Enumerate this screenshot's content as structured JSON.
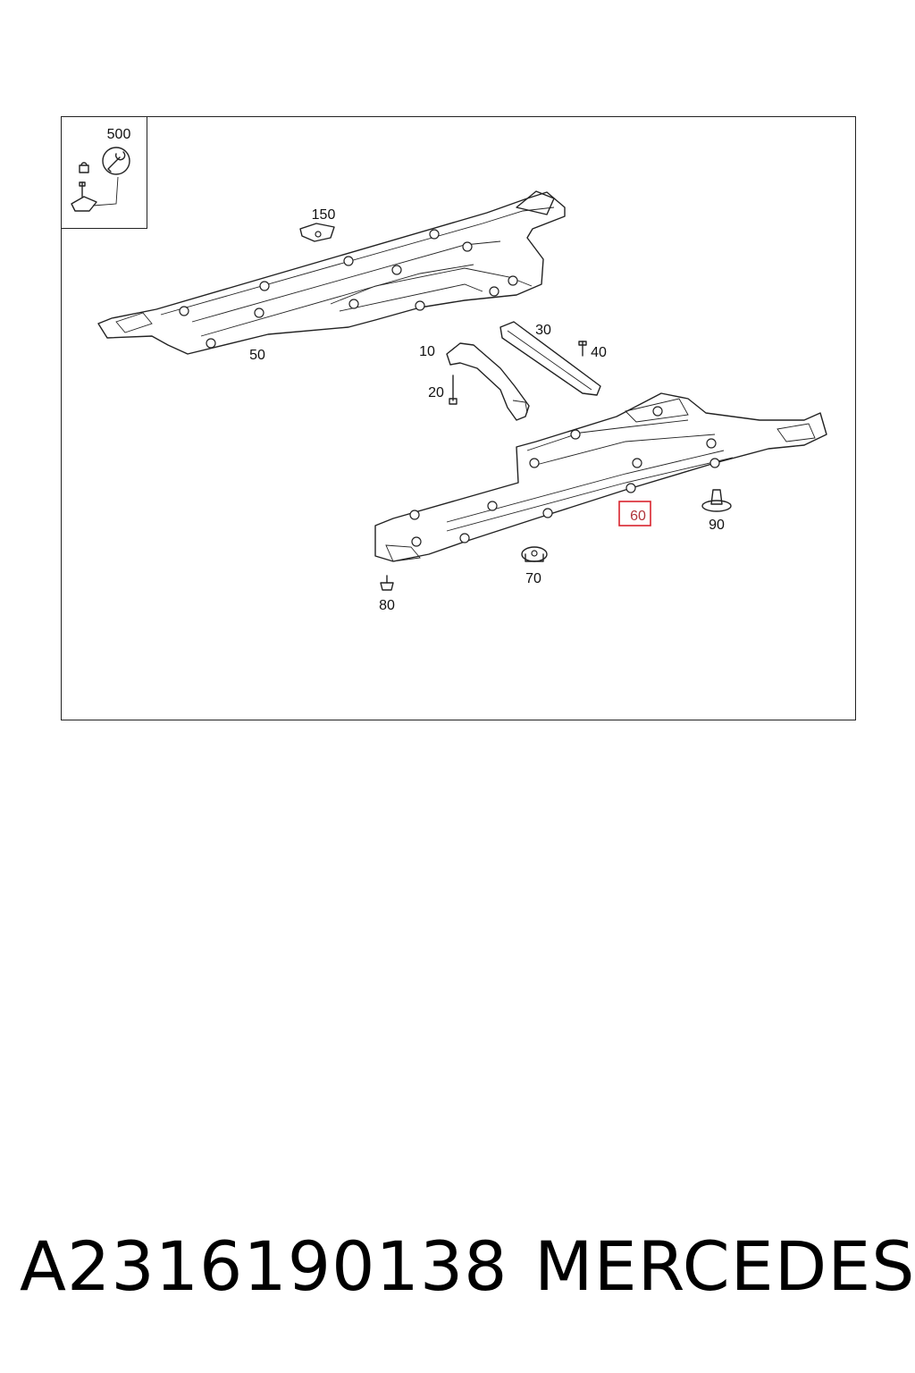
{
  "diagram": {
    "callouts": {
      "c500": "500",
      "c150": "150",
      "c50": "50",
      "c10": "10",
      "c20": "20",
      "c30": "30",
      "c40": "40",
      "c60": "60",
      "c70": "70",
      "c80": "80",
      "c90": "90"
    },
    "highlighted_callout": "60",
    "highlight_color": "#d9232d"
  },
  "footer": {
    "part_number": "A2316190138",
    "brand": "MERCEDES"
  }
}
